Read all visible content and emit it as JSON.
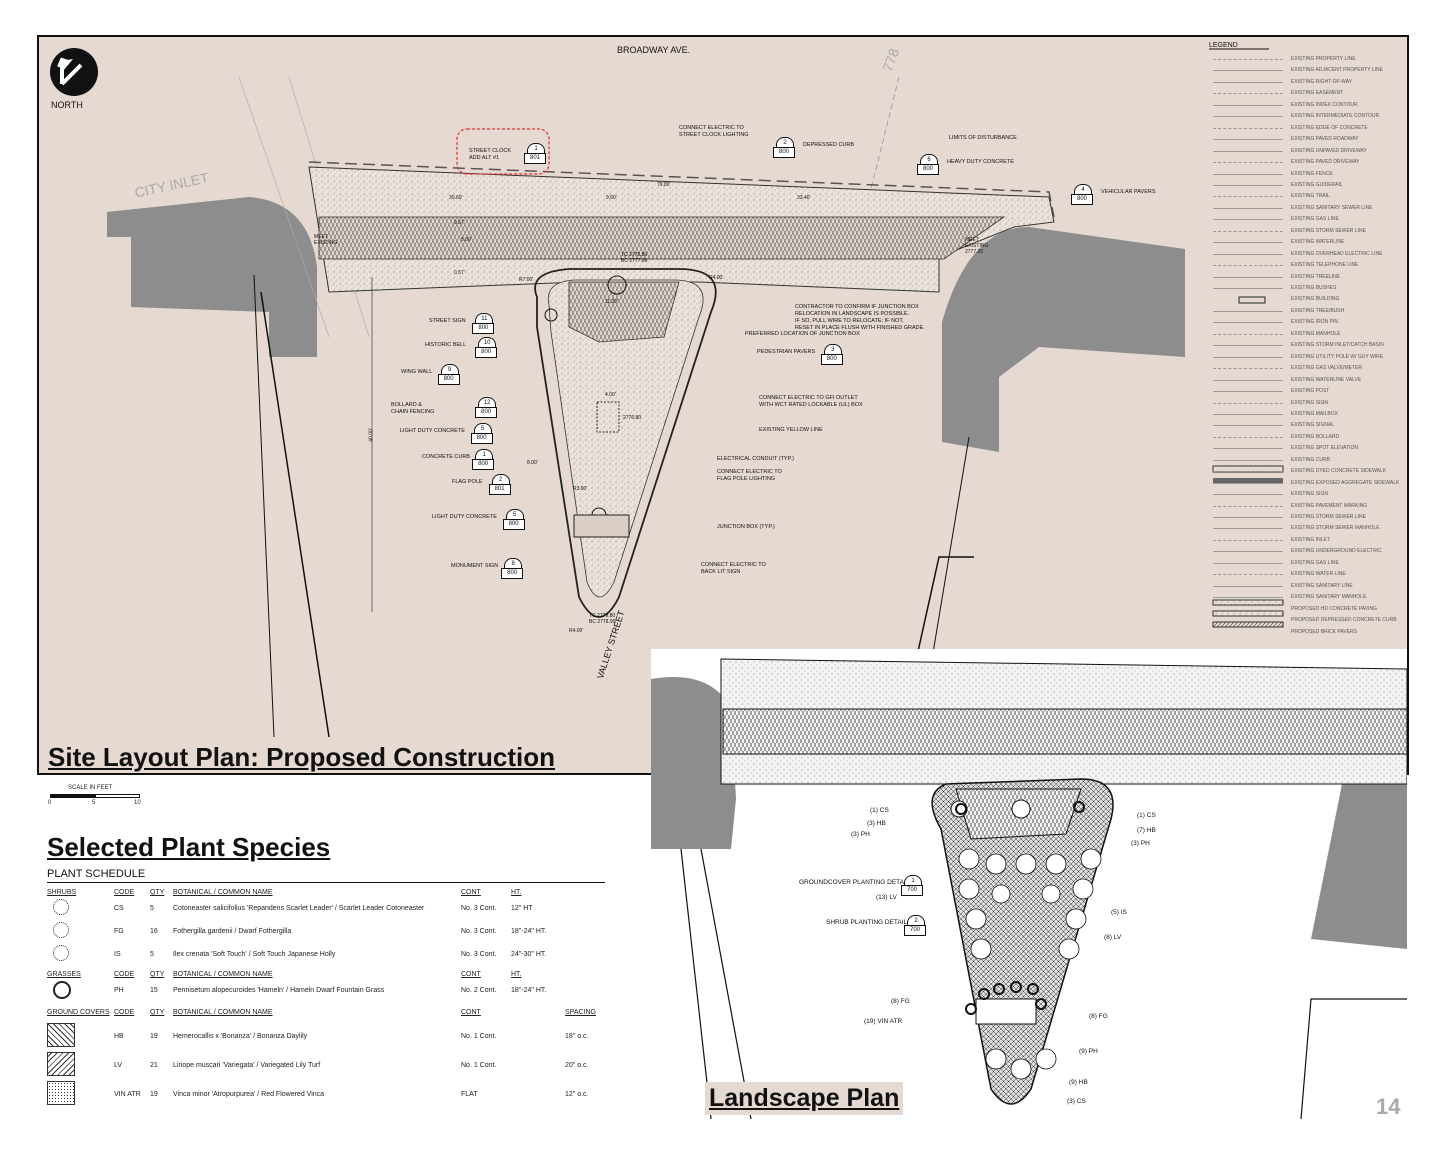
{
  "site_plan": {
    "title": "Site Layout Plan: Proposed Construction",
    "north_label": "NORTH",
    "street_top": "BROADWAY AVE.",
    "street_bottom": "VALLEY STREET",
    "city_inlet": "CITY INLET",
    "contour": "778",
    "scale_label": "SCALE IN FEET",
    "scale_ticks": [
      "0",
      "5",
      "10"
    ],
    "callouts": [
      {
        "text": "STREET CLOCK\nADD ALT #1",
        "tag_top": "1",
        "tag_bottom": "801"
      },
      {
        "text": "CONNECT ELECTRIC TO\nSTREET CLOCK LIGHTING"
      },
      {
        "text": "DEPRESSED CURB",
        "tag_top": "2",
        "tag_bottom": "800"
      },
      {
        "text": "LIMITS OF DISTURBANCE"
      },
      {
        "text": "HEAVY DUTY CONCRETE",
        "tag_top": "6",
        "tag_bottom": "800"
      },
      {
        "text": "VEHICULAR PAVERS",
        "tag_top": "4",
        "tag_bottom": "800"
      },
      {
        "text": "CONTRACTOR TO CONFIRM IF JUNCTION BOX\nRELOCATION IN LANDSCAPE IS POSSIBLE.\nIF SO, PULL WIRE TO RELOCATE; IF NOT,\nRESET IN PLACE FLUSH WITH FINISHED GRADE."
      },
      {
        "text": "PREFERRED LOCATION OF JUNCTION BOX"
      },
      {
        "text": "PEDESTRIAN PAVERS",
        "tag_top": "3",
        "tag_bottom": "800"
      },
      {
        "text": "STREET SIGN",
        "tag_top": "11",
        "tag_bottom": "800"
      },
      {
        "text": "HISTORIC BELL",
        "tag_top": "10",
        "tag_bottom": "800"
      },
      {
        "text": "WING WALL",
        "tag_top": "9",
        "tag_bottom": "800"
      },
      {
        "text": "BOLLARD &\nCHAIN FENCING",
        "tag_top": "12",
        "tag_bottom": "800"
      },
      {
        "text": "CONNECT ELECTRIC TO GFI OUTLET\nWITH WCT RATED LOCKABLE (UL) BOX"
      },
      {
        "text": "EXISTING YELLOW LINE"
      },
      {
        "text": "LIGHT DUTY CONCRETE",
        "tag_top": "5",
        "tag_bottom": "800"
      },
      {
        "text": "CONCRETE CURB",
        "tag_top": "1",
        "tag_bottom": "800"
      },
      {
        "text": "ELECTRICAL CONDUIT (TYP.)"
      },
      {
        "text": "CONNECT ELECTRIC TO\nFLAG POLE LIGHTING"
      },
      {
        "text": "FLAG POLE",
        "tag_top": "2",
        "tag_bottom": "801"
      },
      {
        "text": "LIGHT DUTY CONCRETE",
        "tag_top": "5",
        "tag_bottom": "800"
      },
      {
        "text": "JUNCTION BOX (TYP.)"
      },
      {
        "text": "MONUMENT SIGN",
        "tag_top": "8",
        "tag_bottom": "800"
      },
      {
        "text": "CONNECT ELECTRIC TO\nBACK LIT SIGN"
      }
    ],
    "dimensions": [
      "30.60'",
      "79.80'",
      "9.60'",
      "33.40'",
      "0.57'",
      "5.00'",
      "0.57'",
      "R7.00'",
      "11.30'",
      "R4.00'",
      "4.00'",
      "8.00'",
      "R3.90'",
      "40.00'",
      "R4.00'"
    ],
    "elevations": [
      "TC 2778.80\nBC 2777.80",
      "2776.80",
      "TC 2779.80\nBC 2778.90",
      "MEET\nEXISTING\n2777.20",
      "MEET\nEXISTING"
    ]
  },
  "legend": {
    "title": "LEGEND",
    "items": [
      "EXISTING PROPERTY LINE",
      "EXISTING ADJACENT PROPERTY LINE",
      "EXISTING RIGHT-OF-WAY",
      "EXISTING EASEMENT",
      "EXISTING INDEX CONTOUR",
      "EXISTING INTERMEDIATE CONTOUR",
      "EXISTING EDGE OF CONCRETE",
      "EXISTING PAVED ROADWAY",
      "EXISTING UNPAVED DRIVEWAY",
      "EXISTING PAVED DRIVEWAY",
      "EXISTING FENCE",
      "EXISTING GUIDERAIL",
      "EXISTING TRAIL",
      "EXISTING SANITARY SEWER LINE",
      "EXISTING GAS LINE",
      "EXISTING STORM SEWER LINE",
      "EXISTING WATERLINE",
      "EXISTING OVERHEAD ELECTRIC LINE",
      "EXISTING TELEPHONE LINE",
      "EXISTING TREELINE",
      "EXISTING BUSHES",
      "EXISTING BUILDING",
      "EXISTING TREE/BUSH",
      "EXISTING IRON PIN",
      "EXISTING MANHOLE",
      "EXISTING STORM INLET/CATCH BASIN",
      "EXISTING UTILITY POLE W/ GUY WIRE",
      "EXISTING GAS VALVE/METER",
      "EXISTING WATERLINE VALVE",
      "EXISTING POST",
      "EXISTING SIGN",
      "EXISTING MAILBOX",
      "EXISTING SIGNAL",
      "EXISTING BOLLARD",
      "EXISTING SPOT ELEVATION",
      "EXISTING CURB",
      "EXISTING DYED CONCRETE SIDEWALK",
      "EXISTING EXPOSED AGGREGATE SIDEWALK",
      "EXISTING SIGN",
      "EXISTING PAVEMENT MARKING",
      "EXISTING STORM SEWER LINE",
      "EXISTING STORM SEWER MANHOLE",
      "EXISTING INLET",
      "EXISTING UNDERGROUND ELECTRIC",
      "EXISTING GAS LINE",
      "EXISTING WATER LINE",
      "EXISTING SANITARY LINE",
      "EXISTING SANITARY MANHOLE",
      "PROPOSED HD CONCRETE PAVING",
      "PROPOSED DEPRESSED CONCRETE CURB",
      "PROPOSED BRICK PAVERS"
    ]
  },
  "species": {
    "title": "Selected Plant Species",
    "schedule_label": "PLANT SCHEDULE",
    "shrubs_header": {
      "group": "SHRUBS",
      "code": "CODE",
      "qty": "QTY",
      "name": "BOTANICAL / COMMON NAME",
      "cont": "CONT",
      "ht": "HT."
    },
    "shrubs": [
      {
        "code": "CS",
        "qty": "5",
        "name": "Cotoneaster salicifolius 'Repandens Scarlet Leader' / Scarlet Leader Cotoneaster",
        "cont": "No. 3 Cont.",
        "ht": "12\" HT"
      },
      {
        "code": "FG",
        "qty": "16",
        "name": "Fothergilla gardenii / Dwarf Fothergilla",
        "cont": "No. 3 Cont.",
        "ht": "18\"-24\" HT."
      },
      {
        "code": "IS",
        "qty": "5",
        "name": "Ilex crenata 'Soft Touch' / Soft Touch Japanese Holly",
        "cont": "No. 3 Cont.",
        "ht": "24\"-30\" HT."
      }
    ],
    "grasses_header": {
      "group": "GRASSES",
      "code": "CODE",
      "qty": "QTY",
      "name": "BOTANICAL / COMMON NAME",
      "cont": "CONT",
      "ht": "HT."
    },
    "grasses": [
      {
        "code": "PH",
        "qty": "15",
        "name": "Pennisetum alopecuroides 'Hameln' / Hameln Dwarf Fountain Grass",
        "cont": "No. 2 Cont.",
        "ht": "18\"-24\" HT."
      }
    ],
    "covers_header": {
      "group": "GROUND COVERS",
      "code": "CODE",
      "qty": "QTY",
      "name": "BOTANICAL / COMMON NAME",
      "cont": "CONT",
      "spacing": "SPACING"
    },
    "covers": [
      {
        "code": "HB",
        "qty": "19",
        "name": "Hemerocallis x 'Bonanza' / Bonanza Daylily",
        "cont": "No. 1 Cont.",
        "spacing": "18\" o.c."
      },
      {
        "code": "LV",
        "qty": "21",
        "name": "Liriope muscari 'Variegata' / Variegated Lily Turf",
        "cont": "No. 1 Cont.",
        "spacing": "20\" o.c."
      },
      {
        "code": "VIN ATR",
        "qty": "19",
        "name": "Vinca minor 'Atropurpurea' / Red Flowered Vinca",
        "cont": "FLAT",
        "spacing": "12\" o.c."
      }
    ]
  },
  "landscape_plan": {
    "title": "Landscape Plan",
    "labels_left": [
      "(1) CS",
      "(3) HB",
      "(3) PH",
      "GROUNDCOVER PLANTING DETAIL",
      "(13) LV",
      "SHRUB PLANTING DETAIL",
      "(8) FG",
      "(19) VIN ATR"
    ],
    "labels_right": [
      "(1) CS",
      "(7) HB",
      "(3) PH",
      "(5) IS",
      "(8) LV",
      "(8) FG",
      "(9) PH",
      "(9) HB",
      "(3) CS"
    ],
    "tags": [
      {
        "top": "1",
        "bottom": "700"
      },
      {
        "top": "2",
        "bottom": "700"
      }
    ]
  },
  "page_number": "14"
}
